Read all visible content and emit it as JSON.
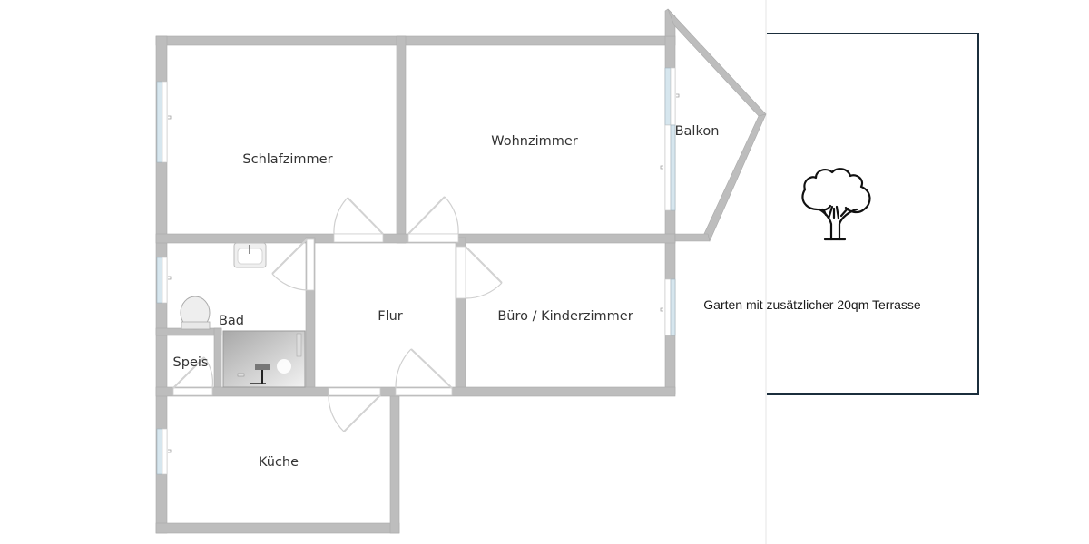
{
  "floorplan": {
    "rooms": [
      {
        "id": "schlafzimmer",
        "label": "Schlafzimmer"
      },
      {
        "id": "wohnzimmer",
        "label": "Wohnzimmer"
      },
      {
        "id": "balkon",
        "label": "Balkon"
      },
      {
        "id": "bad",
        "label": "Bad"
      },
      {
        "id": "speis",
        "label": "Speis"
      },
      {
        "id": "flur",
        "label": "Flur"
      },
      {
        "id": "buero",
        "label": "Büro / Kinderzimmer"
      },
      {
        "id": "kueche",
        "label": "Küche"
      }
    ],
    "garden": {
      "label": "Garten mit zusätzlicher 20qm Terrasse",
      "icon": "tree-icon"
    },
    "colors": {
      "wall": "#bdbdbd",
      "window": "#d6e6ee",
      "garden_border": "#1b2e3c",
      "text": "#333333"
    }
  }
}
